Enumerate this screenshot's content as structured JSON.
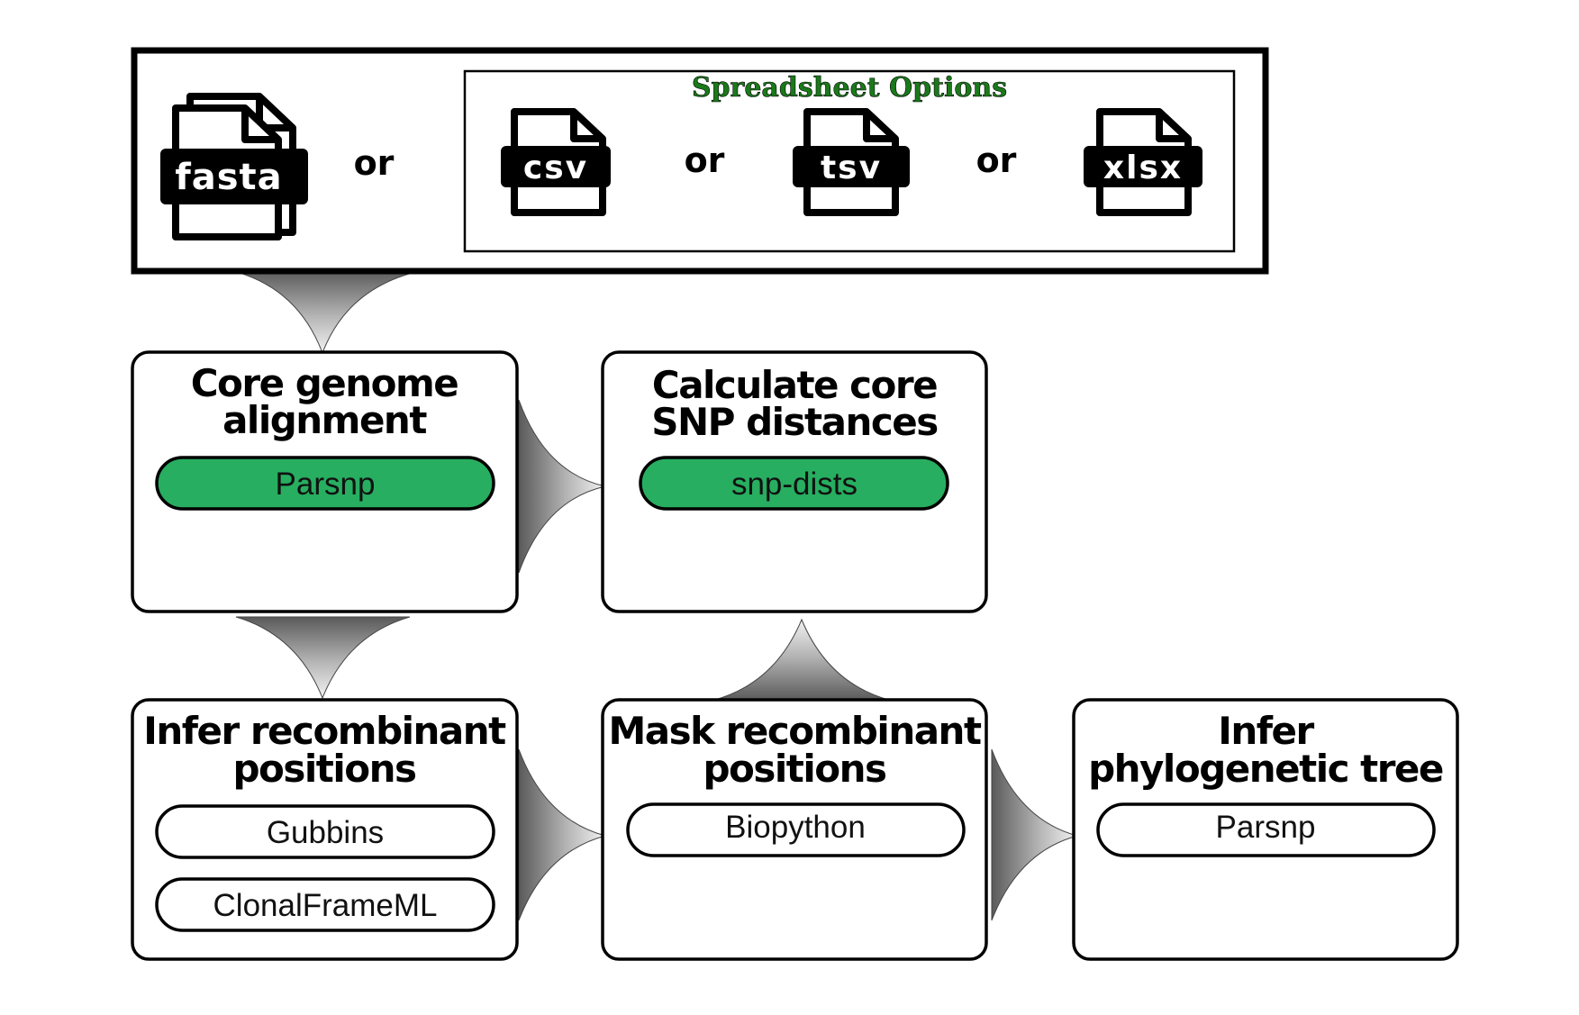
{
  "input_panel": {
    "fasta_label": "fasta",
    "or_label": "or",
    "spreadsheet": {
      "title": "Spreadsheet Options",
      "formats": [
        "csv",
        "tsv",
        "xlsx"
      ],
      "or_label": "or"
    }
  },
  "steps": {
    "core_alignment": {
      "title": [
        "Core genome",
        "alignment"
      ],
      "tools": [
        "Parsnp"
      ]
    },
    "snp_distances": {
      "title": [
        "Calculate core",
        "SNP distances"
      ],
      "tools": [
        "snp-dists"
      ]
    },
    "infer_recombinant": {
      "title": [
        "Infer recombinant",
        "positions"
      ],
      "tools": [
        "Gubbins",
        "ClonalFrameML"
      ]
    },
    "mask_recombinant": {
      "title": [
        "Mask recombinant",
        "positions"
      ],
      "tools": [
        "Biopython"
      ]
    },
    "phylo_tree": {
      "title": [
        "Infer",
        "phylogenetic tree"
      ],
      "tools": [
        "Parsnp"
      ]
    }
  },
  "colors": {
    "accent_green": "#27ae60",
    "spreadsheet_title_green": "#1a7a1a",
    "stroke": "#000000"
  }
}
